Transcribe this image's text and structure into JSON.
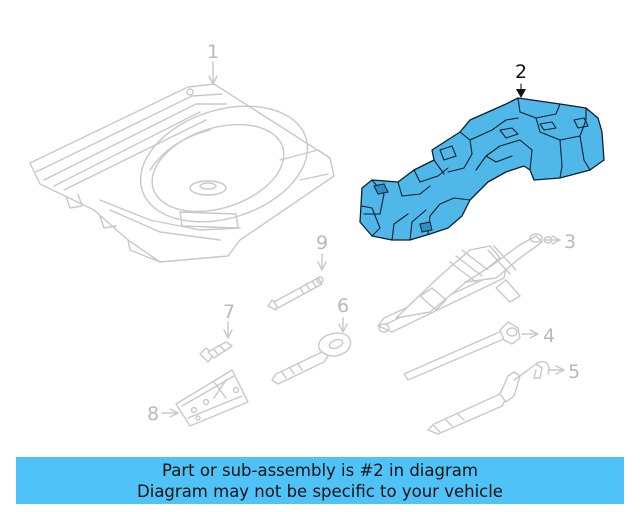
{
  "callouts": {
    "c1": "1",
    "c2": "2",
    "c3": "3",
    "c4": "4",
    "c5": "5",
    "c6": "6",
    "c7": "7",
    "c8": "8",
    "c9": "9"
  },
  "highlighted_part": "2",
  "colors": {
    "highlight": "#4fb8e8",
    "banner": "#4fc3f7",
    "outline_dim": "#c8c8c8",
    "outline_active": "#0d1f2c"
  },
  "banner": {
    "line1": "Part or sub-assembly is #2 in diagram",
    "line2": "Diagram may not be specific to your vehicle"
  }
}
